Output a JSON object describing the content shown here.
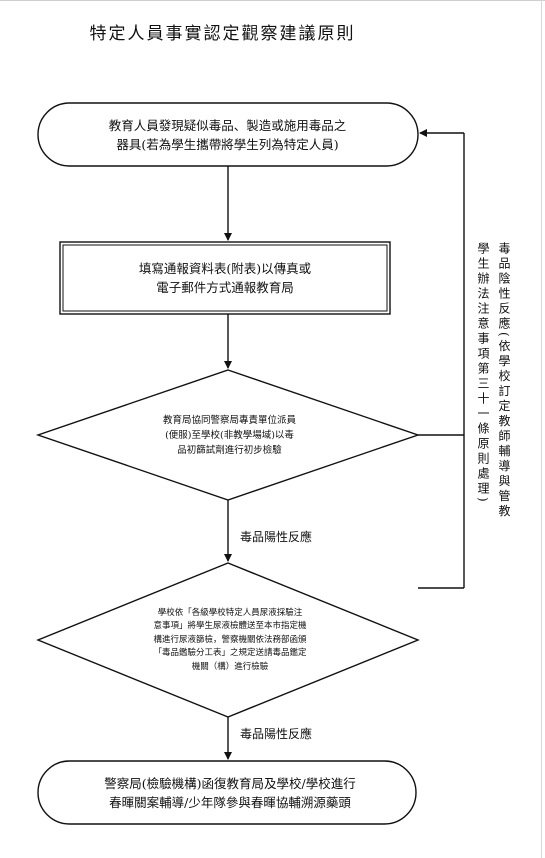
{
  "title": "特定人員事實認定觀察建議原則",
  "nodes": {
    "start": "教育人員發現疑似毒品、製造或施用毒品之\n器具(若為學生攜帶將學生列為特定人員)",
    "report": "填寫通報資料表(附表)以傳真或\n電子郵件方式通報教育局",
    "initial_test": "教育局協同警察局專責單位派員\n(便服)至學校(非教學場域)以毒\n品初篩試劑進行初步檢驗",
    "lab_test": "學校依「各級學校特定人員尿液採驗注\n意事項」將學生尿液檢體送至本市指定機\n構進行尿液篩檢，警察機關依法務部函頒\n「毒品鑑驗分工表」之規定送請毒品鑑定\n機關（構）進行檢驗",
    "end": "警察局(檢驗機構)函復教育局及學校/學校進行\n春暉關案輔導/少年隊參與春暉協輔溯源藥頭"
  },
  "edges": {
    "positive_1": "毒品陽性反應",
    "positive_2": "毒品陽性反應",
    "negative_line1": "毒品陰性反應(依學校訂定教師輔導與管教",
    "negative_line2": "學生辦法注意事項第三十一條原則處理)"
  }
}
